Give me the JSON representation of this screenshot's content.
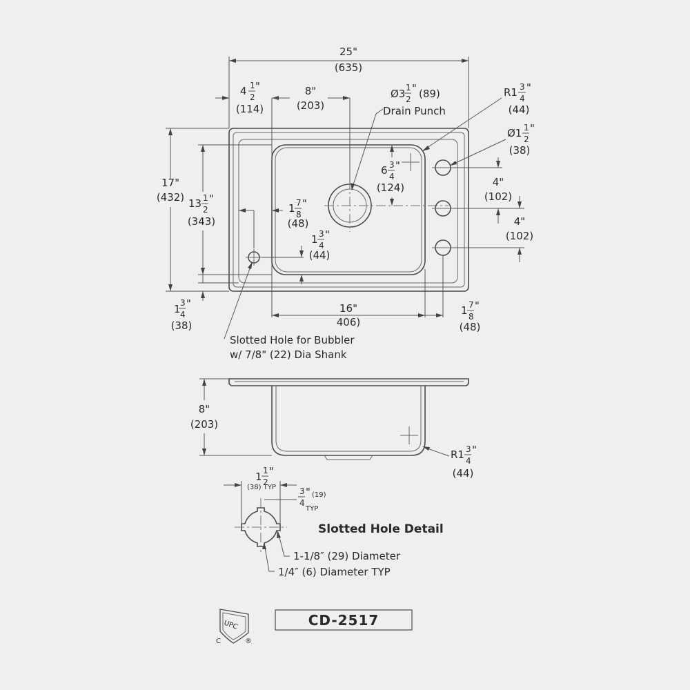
{
  "top_view": {
    "overall_width": {
      "in": "25\"",
      "mm": "(635)"
    },
    "left_offset": {
      "whole": "4",
      "num": "1",
      "den": "2",
      "unit": "\"",
      "mm": "(114)"
    },
    "drain_offset": {
      "in": "8\"",
      "mm": "(203)"
    },
    "drain_size": {
      "prefix": "Ø3",
      "num": "1",
      "den": "2",
      "unit": "\"",
      "mm": "(89)"
    },
    "drain_label": "Drain Punch",
    "corner_radius": {
      "prefix": "R1",
      "num": "3",
      "den": "4",
      "unit": "\"",
      "mm": "(44)"
    },
    "faucet_hole": {
      "prefix": "Ø1",
      "num": "1",
      "den": "2",
      "unit": "\"",
      "mm": "(38)"
    },
    "overall_depth": {
      "in": "17\"",
      "mm": "(432)"
    },
    "bowl_depth": {
      "whole": "13",
      "num": "1",
      "den": "2",
      "unit": "\"",
      "mm": "(343)"
    },
    "drain_from_back": {
      "whole": "6",
      "num": "3",
      "den": "4",
      "unit": "\"",
      "mm": "(124)"
    },
    "hole_spacing_1": {
      "in": "4\"",
      "mm": "(102)"
    },
    "hole_spacing_2": {
      "in": "4\"",
      "mm": "(102)"
    },
    "bubbler_offset_x": {
      "whole": "1",
      "num": "7",
      "den": "8",
      "unit": "\"",
      "mm": "(48)"
    },
    "bubbler_offset_y": {
      "whole": "1",
      "num": "3",
      "den": "4",
      "unit": "\"",
      "mm": "(44)"
    },
    "front_ledge": {
      "whole": "1",
      "num": "3",
      "den": "4",
      "unit": "\"",
      "mm": "(38)"
    },
    "bowl_width": {
      "in": "16\"",
      "mm": "406)"
    },
    "right_ledge": {
      "whole": "1",
      "num": "7",
      "den": "8",
      "unit": "\"",
      "mm": "(48)"
    },
    "bubbler_note_line1": "Slotted Hole for Bubbler",
    "bubbler_note_line2": "w/ 7/8\" (22) Dia Shank"
  },
  "side_view": {
    "depth": {
      "in": "8\"",
      "mm": "(203)"
    },
    "corner_radius": {
      "prefix": "R1",
      "num": "3",
      "den": "4",
      "unit": "\"",
      "mm": "(44)"
    }
  },
  "slotted_detail": {
    "title": "Slotted Hole Detail",
    "width": {
      "whole": "1",
      "num": "1",
      "den": "2",
      "unit": "\"",
      "sub": "(38) TYP"
    },
    "slot": {
      "num": "3",
      "den": "4",
      "unit": "\"",
      "mm": "(19)",
      "sub": "TYP"
    },
    "diameter_note": "1-1/8″ (29) Diameter",
    "small_diameter_note": "1/4″ (6) Diameter TYP"
  },
  "certification": {
    "mark": "UPC",
    "left": "C",
    "right": "®"
  },
  "model_number": "CD-2517"
}
